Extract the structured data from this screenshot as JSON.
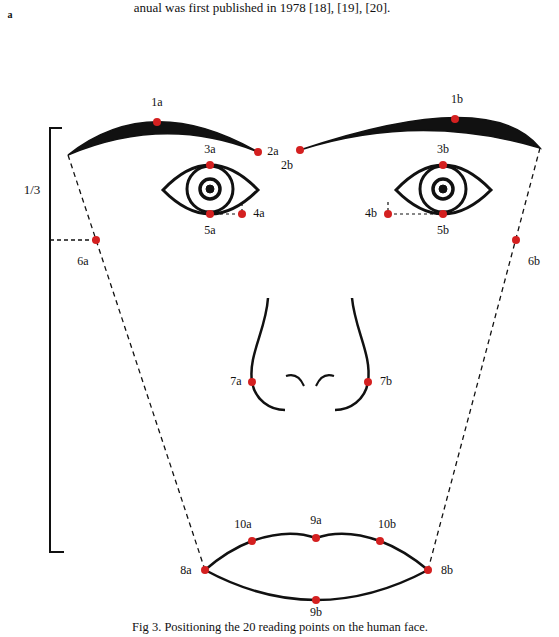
{
  "diagram": {
    "caption": "Fig 3. Positioning the 20 reading points on the human face.",
    "labels": [
      "anual was first published in 1978 [18], [19], [20].",
      "a",
      "1/3",
      "1a",
      "1b",
      "2a",
      "2b",
      "3a",
      "3b",
      "4a",
      "4b",
      "5a",
      "5b",
      "6a",
      "6b",
      "7a",
      "7b",
      "8a",
      "8b",
      "9a",
      "9b",
      "10a",
      "10b"
    ]
  }
}
